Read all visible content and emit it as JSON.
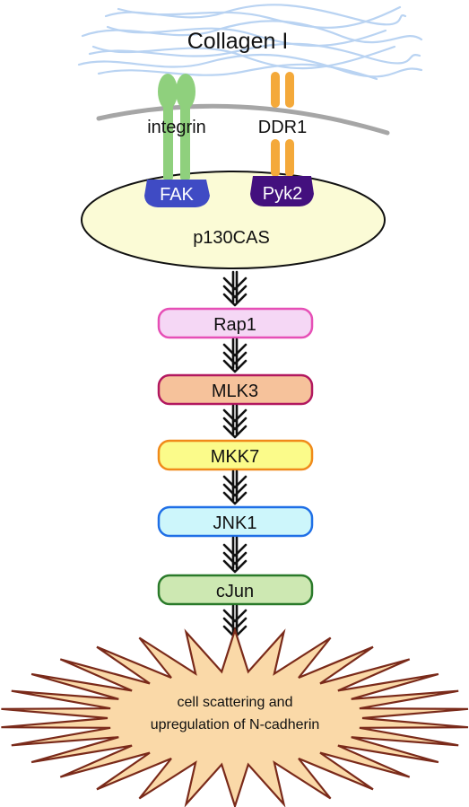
{
  "title": "Collagen I",
  "receptors": [
    {
      "label": "integrin",
      "kinase": "FAK",
      "receptor_color": "#8fd07d",
      "kinase_color": "#3f4bc4"
    },
    {
      "label": "DDR1",
      "kinase": "Pyk2",
      "receptor_color": "#f4a93a",
      "kinase_color": "#43107e"
    }
  ],
  "adaptor": {
    "label": "p130CAS",
    "fill": "#fbfbd6"
  },
  "pathway": [
    {
      "label": "Rap1",
      "fill": "#f5d7f5",
      "stroke": "#e64fb6"
    },
    {
      "label": "MLK3",
      "fill": "#f6c29b",
      "stroke": "#b2185f"
    },
    {
      "label": "MKK7",
      "fill": "#fbfb8a",
      "stroke": "#f08a1a"
    },
    {
      "label": "JNK1",
      "fill": "#cdf6fb",
      "stroke": "#1f6fe6"
    },
    {
      "label": "cJun",
      "fill": "#cde8b2",
      "stroke": "#2a7a2a"
    }
  ],
  "outcome": {
    "line1": "cell scattering and",
    "line2": "upregulation of N-cadherin",
    "fill": "#fad9a8",
    "stroke": "#7a2a1a"
  },
  "colors": {
    "fibers": "#b9d3f2",
    "membrane": "#a6a6a6",
    "arrow": "#111111"
  }
}
